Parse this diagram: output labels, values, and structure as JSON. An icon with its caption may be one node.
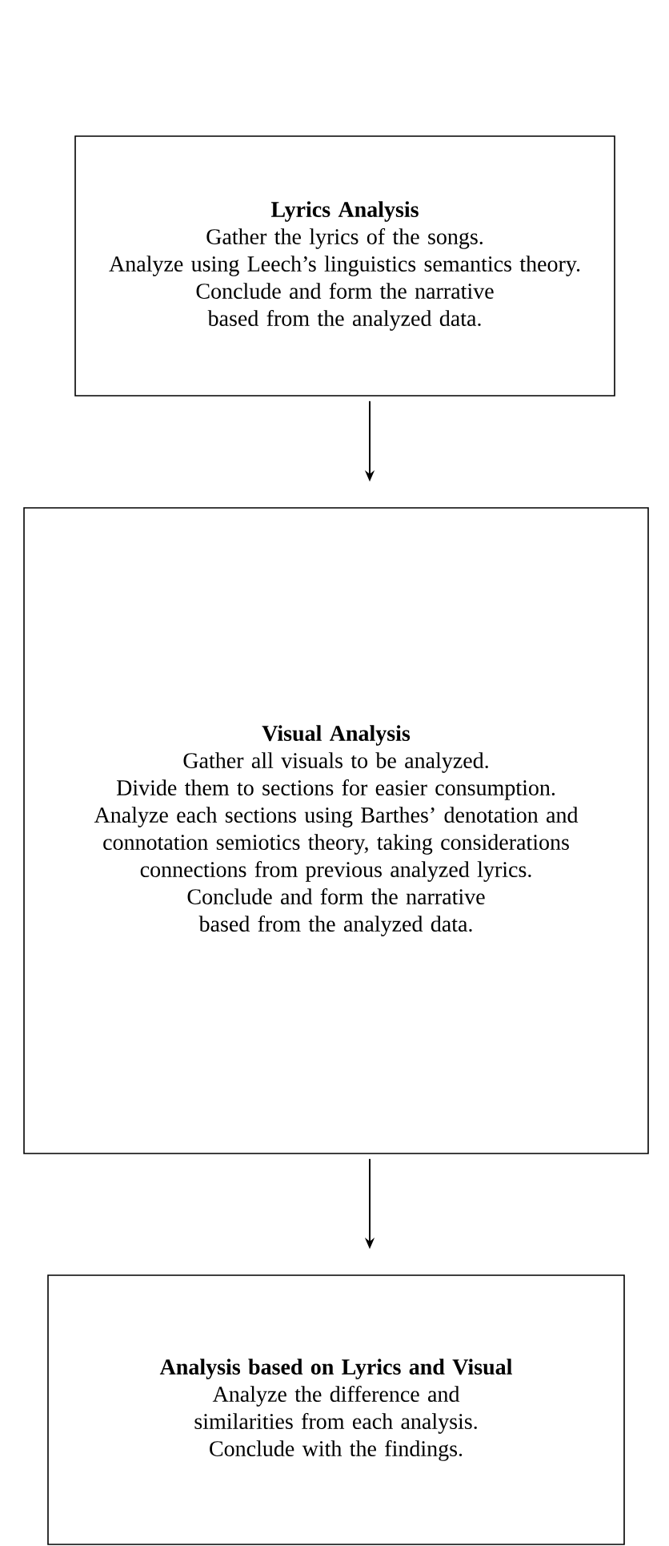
{
  "diagram": {
    "nodes": [
      {
        "text": [
          "Lyrics Analysis",
          "Gather the lyrics of the songs.",
          "Analyze using Leech’s linguistics semantics theory.",
          "Conclude and form the narrative based from the analyzed data."
        ]
      },
      {
        "text": [
          "Visual Analysis",
          "Gather all visuals to be analyzed.",
          "Divide them to sections for easier consumption.",
          "Analyze each sections using Barthes’ denotation and connotation semiotics theory, taking considerations connections from previous analyzed lyrics.",
          "Conclude and form the narrative based from the analyzed data."
        ]
      },
      {
        "text": [
          "Analysis based on Lyrics and Visual",
          "Analyze the difference and similarities from each analysis.",
          "Conclude with the findings."
        ]
      }
    ],
    "edges": [
      {
        "from": 0,
        "to": 1,
        "arrow": "to"
      },
      {
        "from": 1,
        "to": 2,
        "arrow": "to"
      }
    ]
  }
}
